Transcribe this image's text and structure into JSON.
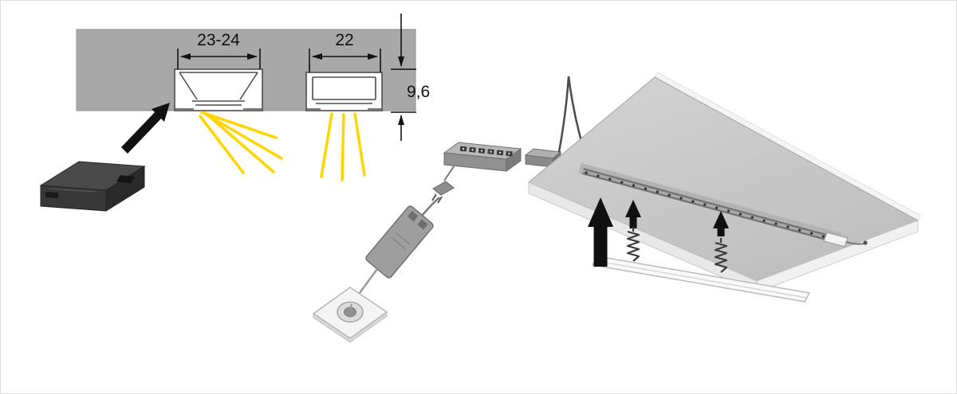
{
  "figure": {
    "type": "technical-installation-illustration",
    "labels": {
      "profile_a_width": "23-24",
      "profile_b_width": "22",
      "recess_depth": "9,6"
    },
    "colors": {
      "background": "#ffffff",
      "panel_cross_section": "#a8a8a8",
      "profile_body": "#ffffff",
      "profile_outline": "#4d4d4d",
      "light_rays": "#ffd500",
      "arrows": "#111111",
      "mounting_clip": "#3c3c3c",
      "ceiling_panel": "#c9c9c9",
      "led_strip": "#717171",
      "diffuser_cover": "#fafafa",
      "cables": "#4a4a4a"
    },
    "parts": [
      {
        "name": "mounting-clip"
      },
      {
        "name": "recessed-profile-a"
      },
      {
        "name": "recessed-profile-b"
      },
      {
        "name": "light-rays"
      },
      {
        "name": "distributor-block"
      },
      {
        "name": "inline-connector"
      },
      {
        "name": "plug-connector"
      },
      {
        "name": "driver-box"
      },
      {
        "name": "round-socket"
      },
      {
        "name": "suspension-cable"
      },
      {
        "name": "ceiling-panel"
      },
      {
        "name": "led-strip"
      },
      {
        "name": "end-cap"
      },
      {
        "name": "install-arrows"
      },
      {
        "name": "screws"
      },
      {
        "name": "diffuser-cover"
      }
    ]
  }
}
